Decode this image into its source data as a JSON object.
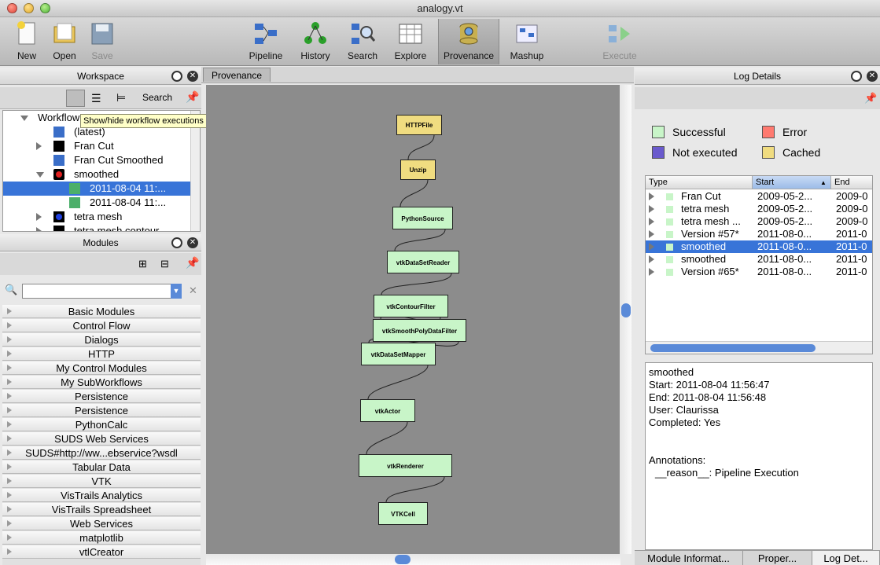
{
  "window": {
    "title": "analogy.vt"
  },
  "toolbar": {
    "new": "New",
    "open": "Open",
    "save": "Save",
    "pipeline": "Pipeline",
    "history": "History",
    "search": "Search",
    "explore": "Explore",
    "provenance": "Provenance",
    "mashup": "Mashup",
    "execute": "Execute"
  },
  "workspace": {
    "title": "Workspace",
    "search_label": "Search",
    "tooltip": "Show/hide workflow executions",
    "tree": [
      {
        "label": "Workflow"
      },
      {
        "label": "(latest)"
      },
      {
        "label": "Fran Cut"
      },
      {
        "label": "Fran Cut Smoothed"
      },
      {
        "label": "smoothed"
      },
      {
        "label": "2011-08-04 11:..."
      },
      {
        "label": "2011-08-04 11:..."
      },
      {
        "label": "tetra mesh"
      },
      {
        "label": "tetra mesh contour"
      }
    ]
  },
  "modules": {
    "title": "Modules",
    "items": [
      "Basic Modules",
      "Control Flow",
      "Dialogs",
      "HTTP",
      "My Control Modules",
      "My SubWorkflows",
      "Persistence",
      "Persistence",
      "PythonCalc",
      "SUDS Web Services",
      "SUDS#http://ww...ebservice?wsdl",
      "Tabular Data",
      "VTK",
      "VisTrails Analytics",
      "VisTrails Spreadsheet",
      "Web Services",
      "matplotlib",
      "vtlCreator"
    ]
  },
  "center": {
    "tab": "Provenance",
    "modules": [
      {
        "name": "HTTPFile",
        "color": "yellow"
      },
      {
        "name": "Unzip",
        "color": "yellow"
      },
      {
        "name": "PythonSource",
        "color": "green"
      },
      {
        "name": "vtkDataSetReader",
        "color": "green"
      },
      {
        "name": "vtkContourFilter",
        "color": "green"
      },
      {
        "name": "vtkSmoothPolyDataFilter",
        "color": "green"
      },
      {
        "name": "vtkDataSetMapper",
        "color": "green"
      },
      {
        "name": "vtkActor",
        "color": "green"
      },
      {
        "name": "vtkRenderer",
        "color": "green"
      },
      {
        "name": "VTKCell",
        "color": "green"
      }
    ]
  },
  "log": {
    "title": "Log Details",
    "legend": {
      "successful": "Successful",
      "error": "Error",
      "not_executed": "Not executed",
      "cached": "Cached",
      "colors": {
        "successful": "#c8f5c8",
        "error": "#ff7a70",
        "not_executed": "#6a5acd",
        "cached": "#f0dc80"
      }
    },
    "columns": [
      "Type",
      "Start",
      "End"
    ],
    "rows": [
      {
        "type": "Fran Cut",
        "start": "2009-05-2...",
        "end": "2009-0"
      },
      {
        "type": "tetra mesh",
        "start": "2009-05-2...",
        "end": "2009-0"
      },
      {
        "type": "tetra mesh ...",
        "start": "2009-05-2...",
        "end": "2009-0"
      },
      {
        "type": "Version #57*",
        "start": "2011-08-0...",
        "end": "2011-0"
      },
      {
        "type": "smoothed",
        "start": "2011-08-0...",
        "end": "2011-0"
      },
      {
        "type": "smoothed",
        "start": "2011-08-0...",
        "end": "2011-0"
      },
      {
        "type": "Version #65*",
        "start": "2011-08-0...",
        "end": "2011-0"
      }
    ],
    "detail": {
      "name": "smoothed",
      "start": "Start: 2011-08-04 11:56:47",
      "end": "End: 2011-08-04 11:56:48",
      "user": "User: Claurissa",
      "completed": "Completed: Yes",
      "annotations": "Annotations:",
      "reason": "__reason__: Pipeline Execution"
    },
    "tabs": [
      "Module Informat...",
      "Proper...",
      "Log Det..."
    ]
  }
}
